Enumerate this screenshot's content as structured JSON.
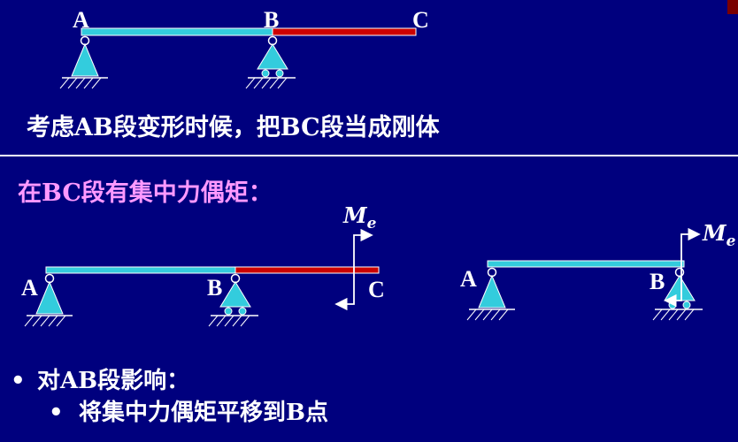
{
  "diagram1": {
    "labels": {
      "a": "A",
      "b": "B",
      "c": "C"
    },
    "caption": "考虑AB段变形时候，把BC段当成刚体"
  },
  "section2": {
    "heading": "在BC段有集中力偶矩："
  },
  "diagram2": {
    "labels": {
      "a": "A",
      "b": "B",
      "c": "C",
      "moment": "M",
      "moment_sub": "e"
    }
  },
  "diagram3": {
    "labels": {
      "a": "A",
      "b": "B",
      "moment": "M",
      "moment_sub": "e"
    }
  },
  "bullets": [
    {
      "marker": "•",
      "text": "对AB段影响："
    },
    {
      "marker": "•",
      "text": "将集中力偶矩平移到B点"
    }
  ],
  "colors": {
    "background": "#00007e",
    "beam_ab": "#33ccdd",
    "beam_bc": "#cc0000",
    "support": "#33ccdd",
    "heading2": "#ff99ff",
    "text": "#ffffff"
  }
}
